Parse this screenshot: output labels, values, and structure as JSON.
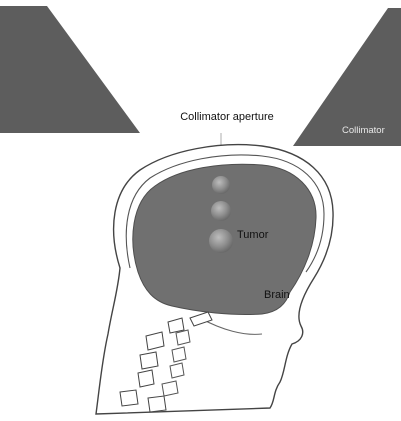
{
  "labels": {
    "aperture": "Collimator aperture",
    "collimator": "Collimator",
    "tumor": "Tumor",
    "brain": "Brain"
  },
  "colors": {
    "collimator_fill": "#5d5d5d",
    "brain_fill": "#707070",
    "skull_stroke": "#444444",
    "label_dark": "#111111",
    "label_light": "#e8e8e8"
  }
}
